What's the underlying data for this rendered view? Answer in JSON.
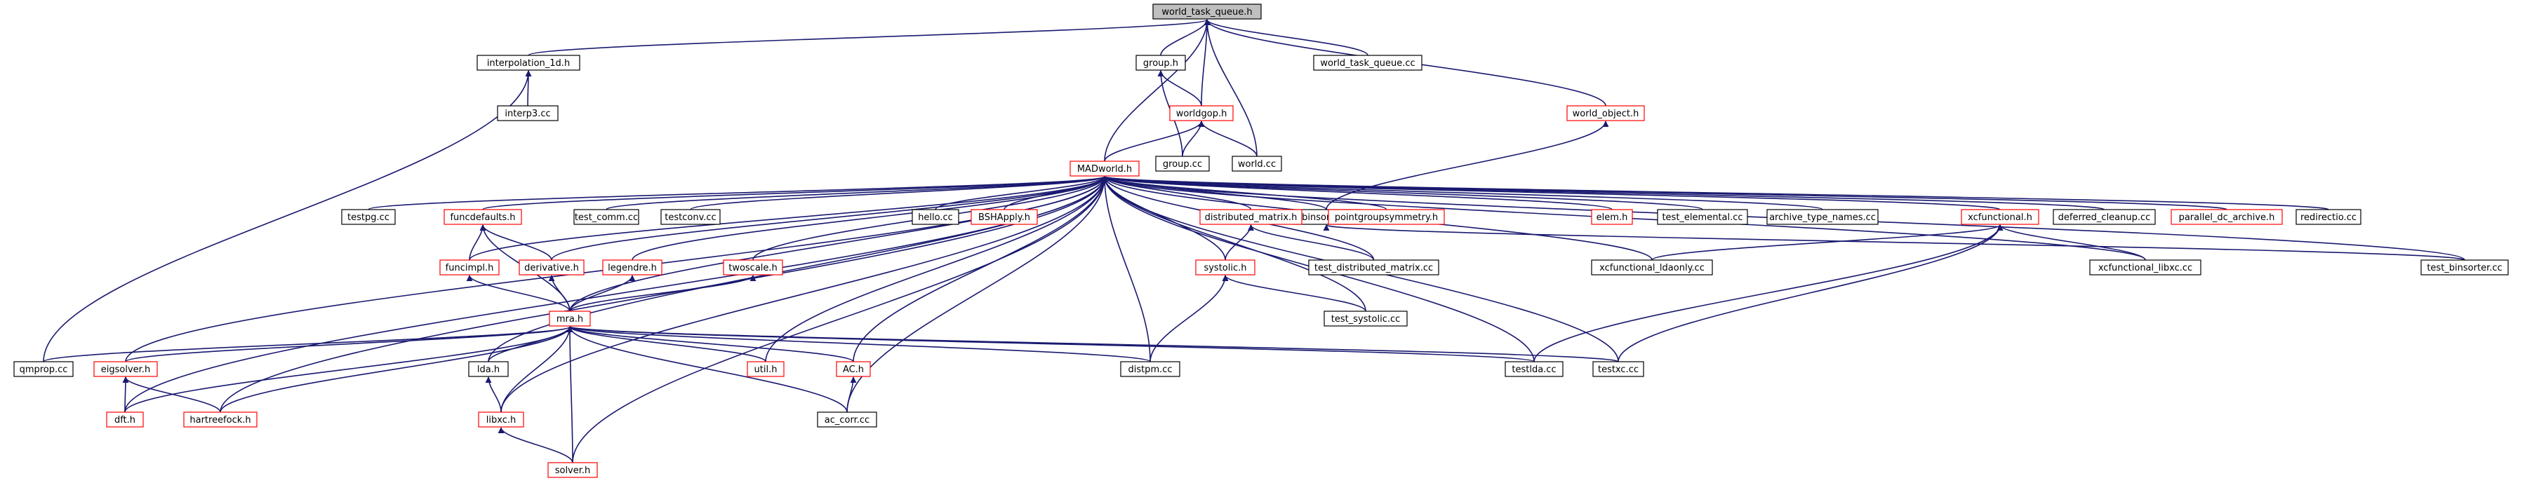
{
  "colors": {
    "edge": "#191970",
    "box_normal": "#000000",
    "box_incomplete": "#ff0000",
    "box_root_fill": "#bfbfbf"
  },
  "nodes": {
    "world_task_queue_h": {
      "label": "world_task_queue.h",
      "style": "root"
    },
    "interpolation_1d_h": {
      "label": "interpolation_1d.h",
      "style": "normal"
    },
    "interp3_cc": {
      "label": "interp3.cc",
      "style": "normal"
    },
    "group_h": {
      "label": "group.h",
      "style": "normal"
    },
    "world_task_queue_cc": {
      "label": "world_task_queue.cc",
      "style": "normal"
    },
    "worldgop_h": {
      "label": "worldgop.h",
      "style": "incomplete"
    },
    "world_object_h": {
      "label": "world_object.h",
      "style": "incomplete"
    },
    "group_cc": {
      "label": "group.cc",
      "style": "normal"
    },
    "world_cc": {
      "label": "world.cc",
      "style": "normal"
    },
    "madworld_h": {
      "label": "MADworld.h",
      "style": "incomplete"
    },
    "binsorter_h": {
      "label": "binsorter.h",
      "style": "normal"
    },
    "testpg_cc": {
      "label": "testpg.cc",
      "style": "normal"
    },
    "funcdefaults_h": {
      "label": "funcdefaults.h",
      "style": "incomplete"
    },
    "test_comm_cc": {
      "label": "test_comm.cc",
      "style": "normal"
    },
    "testconv_cc": {
      "label": "testconv.cc",
      "style": "normal"
    },
    "hello_cc": {
      "label": "hello.cc",
      "style": "normal"
    },
    "bshapply_h": {
      "label": "BSHApply.h",
      "style": "incomplete"
    },
    "distributed_matrix_h": {
      "label": "distributed_matrix.h",
      "style": "incomplete"
    },
    "pointgroupsymmetry_h": {
      "label": "pointgroupsymmetry.h",
      "style": "incomplete"
    },
    "elem_h": {
      "label": "elem.h",
      "style": "incomplete"
    },
    "test_elemental_cc": {
      "label": "test_elemental.cc",
      "style": "normal"
    },
    "archive_type_names_cc": {
      "label": "archive_type_names.cc",
      "style": "normal"
    },
    "xcfunctional_h": {
      "label": "xcfunctional.h",
      "style": "incomplete"
    },
    "deferred_cleanup_cc": {
      "label": "deferred_cleanup.cc",
      "style": "normal"
    },
    "parallel_dc_archive_h": {
      "label": "parallel_dc_archive.h",
      "style": "incomplete"
    },
    "redirectio_cc": {
      "label": "redirectio.cc",
      "style": "normal"
    },
    "funcimpl_h": {
      "label": "funcimpl.h",
      "style": "incomplete"
    },
    "derivative_h": {
      "label": "derivative.h",
      "style": "incomplete"
    },
    "legendre_h": {
      "label": "legendre.h",
      "style": "incomplete"
    },
    "twoscale_h": {
      "label": "twoscale.h",
      "style": "incomplete"
    },
    "systolic_h": {
      "label": "systolic.h",
      "style": "incomplete"
    },
    "test_distributed_matrix_cc": {
      "label": "test_distributed_matrix.cc",
      "style": "normal"
    },
    "xcfunctional_ldaonly_cc": {
      "label": "xcfunctional_ldaonly.cc",
      "style": "normal"
    },
    "xcfunctional_libxc_cc": {
      "label": "xcfunctional_libxc.cc",
      "style": "normal"
    },
    "test_binsorter_cc": {
      "label": "test_binsorter.cc",
      "style": "normal"
    },
    "test_systolic_cc": {
      "label": "test_systolic.cc",
      "style": "normal"
    },
    "mra_h": {
      "label": "mra.h",
      "style": "incomplete"
    },
    "qmprop_cc": {
      "label": "qmprop.cc",
      "style": "normal"
    },
    "eigsolver_h": {
      "label": "eigsolver.h",
      "style": "incomplete"
    },
    "lda_h": {
      "label": "lda.h",
      "style": "normal"
    },
    "util_h": {
      "label": "util.h",
      "style": "incomplete"
    },
    "ac_h": {
      "label": "AC.h",
      "style": "incomplete"
    },
    "distpm_cc": {
      "label": "distpm.cc",
      "style": "normal"
    },
    "testlda_cc": {
      "label": "testlda.cc",
      "style": "normal"
    },
    "testxc_cc": {
      "label": "testxc.cc",
      "style": "normal"
    },
    "dft_h": {
      "label": "dft.h",
      "style": "incomplete"
    },
    "hartreefock_h": {
      "label": "hartreefock.h",
      "style": "incomplete"
    },
    "libxc_h": {
      "label": "libxc.h",
      "style": "incomplete"
    },
    "ac_corr_cc": {
      "label": "ac_corr.cc",
      "style": "normal"
    },
    "solver_h": {
      "label": "solver.h",
      "style": "incomplete"
    }
  },
  "edges": [
    [
      "interpolation_1d_h",
      "world_task_queue_h"
    ],
    [
      "group_h",
      "world_task_queue_h"
    ],
    [
      "world_task_queue_cc",
      "world_task_queue_h"
    ],
    [
      "worldgop_h",
      "world_task_queue_h"
    ],
    [
      "world_object_h",
      "world_task_queue_h"
    ],
    [
      "world_cc",
      "world_task_queue_h"
    ],
    [
      "madworld_h",
      "world_task_queue_h"
    ],
    [
      "interp3_cc",
      "interpolation_1d_h"
    ],
    [
      "qmprop_cc",
      "interpolation_1d_h"
    ],
    [
      "worldgop_h",
      "group_h"
    ],
    [
      "group_cc",
      "group_h"
    ],
    [
      "group_cc",
      "worldgop_h"
    ],
    [
      "world_cc",
      "worldgop_h"
    ],
    [
      "madworld_h",
      "worldgop_h"
    ],
    [
      "binsorter_h",
      "world_object_h"
    ],
    [
      "test_binsorter_cc",
      "binsorter_h"
    ],
    [
      "testpg_cc",
      "madworld_h"
    ],
    [
      "funcdefaults_h",
      "madworld_h"
    ],
    [
      "test_comm_cc",
      "madworld_h"
    ],
    [
      "testconv_cc",
      "madworld_h"
    ],
    [
      "hello_cc",
      "madworld_h"
    ],
    [
      "bshapply_h",
      "madworld_h"
    ],
    [
      "distributed_matrix_h",
      "madworld_h"
    ],
    [
      "pointgroupsymmetry_h",
      "madworld_h"
    ],
    [
      "elem_h",
      "madworld_h"
    ],
    [
      "test_elemental_cc",
      "madworld_h"
    ],
    [
      "archive_type_names_cc",
      "madworld_h"
    ],
    [
      "xcfunctional_h",
      "madworld_h"
    ],
    [
      "deferred_cleanup_cc",
      "madworld_h"
    ],
    [
      "parallel_dc_archive_h",
      "madworld_h"
    ],
    [
      "redirectio_cc",
      "madworld_h"
    ],
    [
      "binsorter_h",
      "madworld_h"
    ],
    [
      "funcimpl_h",
      "madworld_h"
    ],
    [
      "derivative_h",
      "madworld_h"
    ],
    [
      "legendre_h",
      "madworld_h"
    ],
    [
      "twoscale_h",
      "madworld_h"
    ],
    [
      "systolic_h",
      "madworld_h"
    ],
    [
      "test_distributed_matrix_cc",
      "madworld_h"
    ],
    [
      "xcfunctional_ldaonly_cc",
      "madworld_h"
    ],
    [
      "xcfunctional_libxc_cc",
      "madworld_h"
    ],
    [
      "test_binsorter_cc",
      "madworld_h"
    ],
    [
      "test_systolic_cc",
      "madworld_h"
    ],
    [
      "mra_h",
      "madworld_h"
    ],
    [
      "eigsolver_h",
      "madworld_h"
    ],
    [
      "lda_h",
      "madworld_h"
    ],
    [
      "util_h",
      "madworld_h"
    ],
    [
      "ac_h",
      "madworld_h"
    ],
    [
      "distpm_cc",
      "madworld_h"
    ],
    [
      "testlda_cc",
      "madworld_h"
    ],
    [
      "testxc_cc",
      "madworld_h"
    ],
    [
      "dft_h",
      "madworld_h"
    ],
    [
      "hartreefock_h",
      "madworld_h"
    ],
    [
      "libxc_h",
      "madworld_h"
    ],
    [
      "ac_corr_cc",
      "madworld_h"
    ],
    [
      "solver_h",
      "madworld_h"
    ],
    [
      "funcimpl_h",
      "funcdefaults_h"
    ],
    [
      "derivative_h",
      "funcdefaults_h"
    ],
    [
      "mra_h",
      "funcdefaults_h"
    ],
    [
      "test_distributed_matrix_cc",
      "distributed_matrix_h"
    ],
    [
      "systolic_h",
      "distributed_matrix_h"
    ],
    [
      "xcfunctional_ldaonly_cc",
      "xcfunctional_h"
    ],
    [
      "xcfunctional_libxc_cc",
      "xcfunctional_h"
    ],
    [
      "testlda_cc",
      "xcfunctional_h"
    ],
    [
      "testxc_cc",
      "xcfunctional_h"
    ],
    [
      "mra_h",
      "funcimpl_h"
    ],
    [
      "mra_h",
      "derivative_h"
    ],
    [
      "mra_h",
      "legendre_h"
    ],
    [
      "mra_h",
      "twoscale_h"
    ],
    [
      "test_systolic_cc",
      "systolic_h"
    ],
    [
      "distpm_cc",
      "systolic_h"
    ],
    [
      "qmprop_cc",
      "mra_h"
    ],
    [
      "eigsolver_h",
      "mra_h"
    ],
    [
      "lda_h",
      "mra_h"
    ],
    [
      "util_h",
      "mra_h"
    ],
    [
      "ac_h",
      "mra_h"
    ],
    [
      "distpm_cc",
      "mra_h"
    ],
    [
      "testlda_cc",
      "mra_h"
    ],
    [
      "testxc_cc",
      "mra_h"
    ],
    [
      "dft_h",
      "mra_h"
    ],
    [
      "hartreefock_h",
      "mra_h"
    ],
    [
      "libxc_h",
      "mra_h"
    ],
    [
      "ac_corr_cc",
      "mra_h"
    ],
    [
      "solver_h",
      "mra_h"
    ],
    [
      "dft_h",
      "eigsolver_h"
    ],
    [
      "hartreefock_h",
      "eigsolver_h"
    ],
    [
      "libxc_h",
      "lda_h"
    ],
    [
      "ac_corr_cc",
      "ac_h"
    ],
    [
      "solver_h",
      "libxc_h"
    ]
  ]
}
